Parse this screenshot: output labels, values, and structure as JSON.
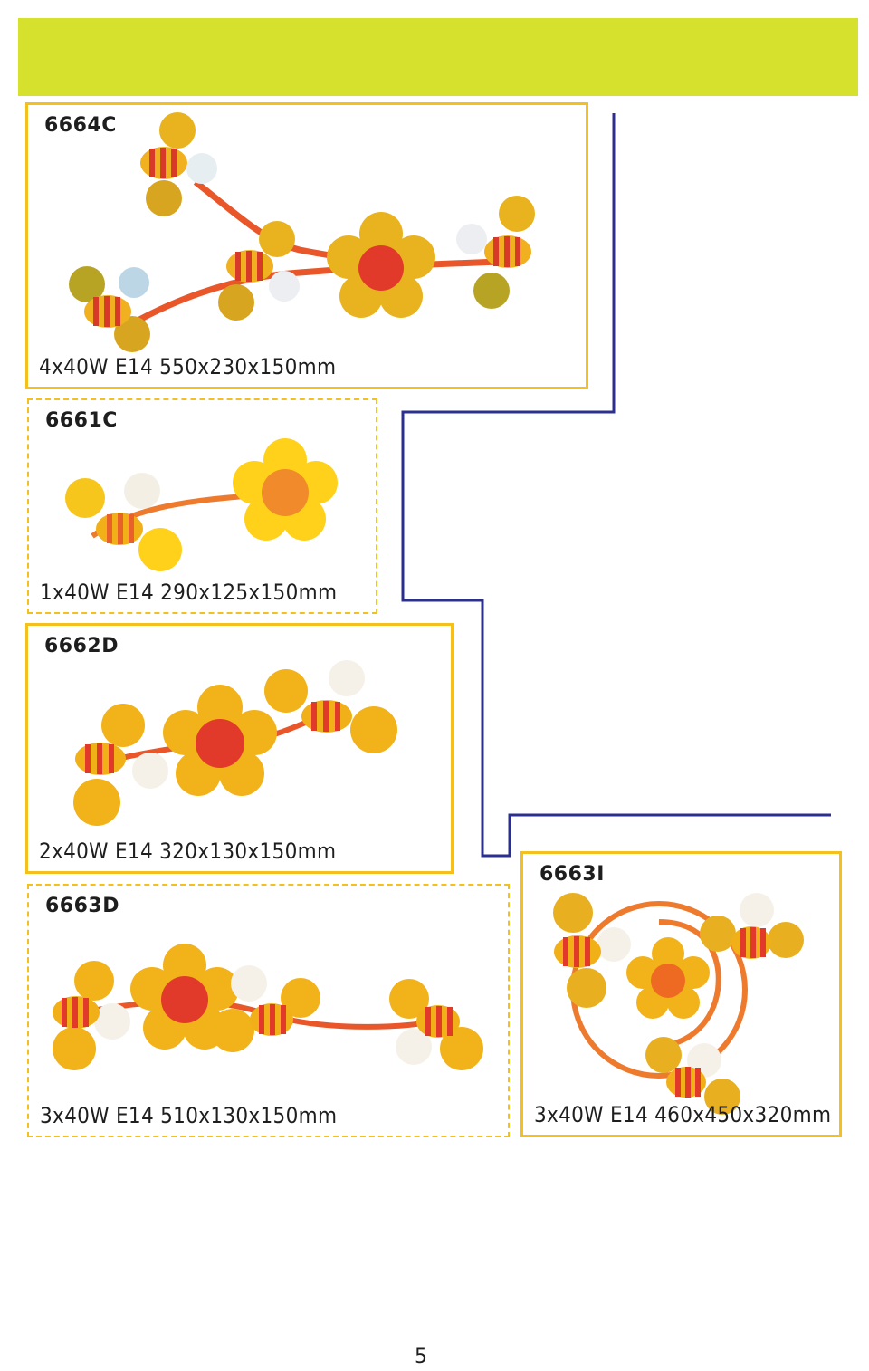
{
  "products": [
    {
      "model": "6664C",
      "specs": "4x40W  E14  550x230x150mm"
    },
    {
      "model": "6661C",
      "specs": "1x40W  E14  290x125x150mm"
    },
    {
      "model": "6662D",
      "specs": "2x40W  E14  320x130x150mm"
    },
    {
      "model": "6663D",
      "specs": "3x40W  E14  510x130x150mm"
    },
    {
      "model": "6663I",
      "specs": "3x40W  E14  460x450x320mm"
    }
  ],
  "page_number": "5",
  "colors": {
    "banner": "#d6e12e",
    "frame": "#f4c01e",
    "connector_line": "#2b2f8f"
  }
}
